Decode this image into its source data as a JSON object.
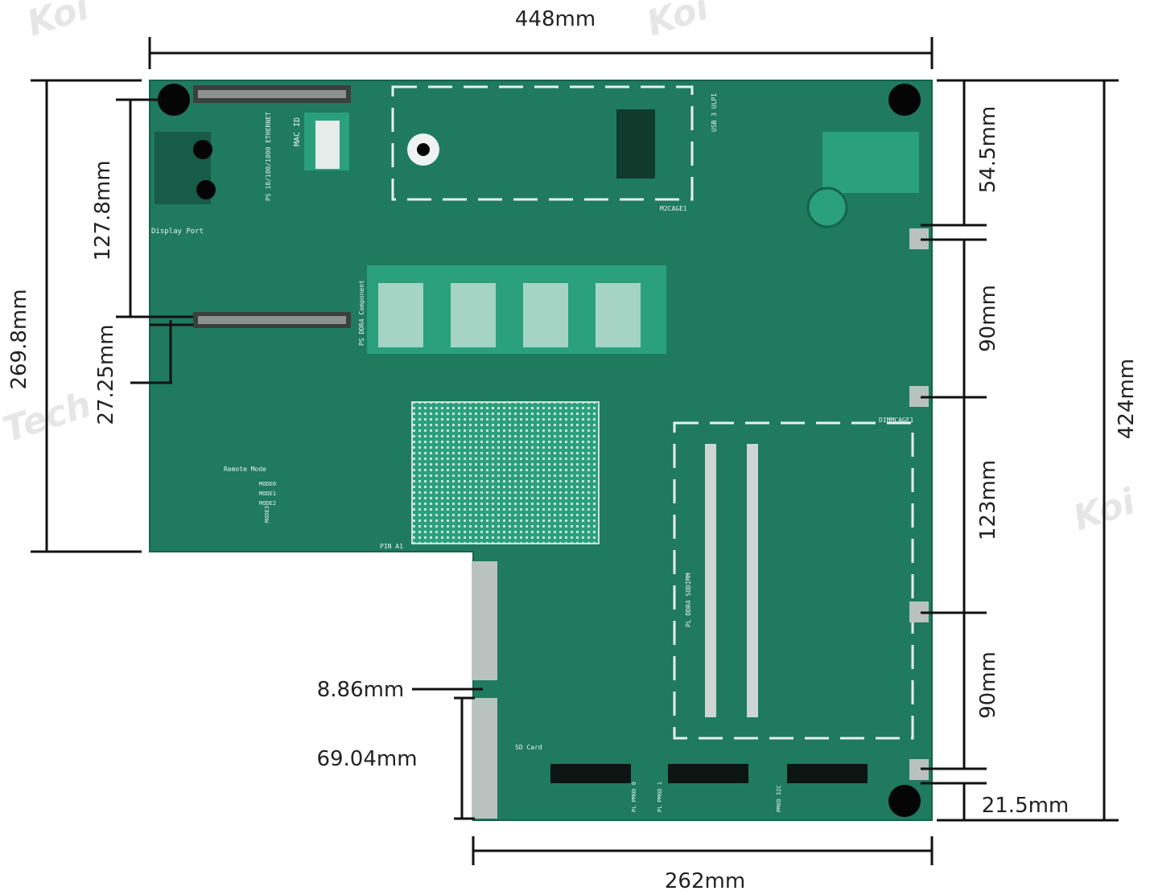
{
  "colors": {
    "board": "#1f7a5e",
    "board_dark": "#16634b",
    "board_light": "#2aa07d",
    "silkscreen": "#f2f6f4",
    "dimension_line": "#111111",
    "watermark": "#e6e6e6"
  },
  "watermark_text": [
    "Koi",
    "Koi",
    "Tech",
    "Koi"
  ],
  "dimensions": {
    "overall_width": "448mm",
    "bottom_width": "262mm",
    "left_height": "269.8mm",
    "left_upper": "127.8mm",
    "left_gap": "27.25mm",
    "right_height": "424mm",
    "right_top": "54.5mm",
    "right_seg1": "90mm",
    "right_seg2": "123mm",
    "right_seg3": "90mm",
    "right_bottom": "21.5mm",
    "notch_gap": "8.86mm",
    "notch_connector": "69.04mm"
  },
  "silkscreen": {
    "mac_id": "MAC ID",
    "eth": "PS 10/100/1000 ETHERNET",
    "display_port": "Display Port",
    "usb": "USB 3 ULPI",
    "m2": "M2CAGE1",
    "dimm": "DIMMCAGE1",
    "pl_sodimm": "PL DDR4 SODIMM",
    "ps_ddr4": "PS DDR4 Component",
    "pin_a1": "PIN A1",
    "remote_mode": "Remote Mode",
    "sd_card": "SD Card",
    "pl_pmod0": "PL PMOD 0",
    "pl_pmod1": "PL PMOD 1",
    "pmod_i2c": "PMOD I2C",
    "mode0": "MODE0",
    "mode1": "MODE1",
    "mode2": "MODE2",
    "mode3": "MODE3"
  }
}
